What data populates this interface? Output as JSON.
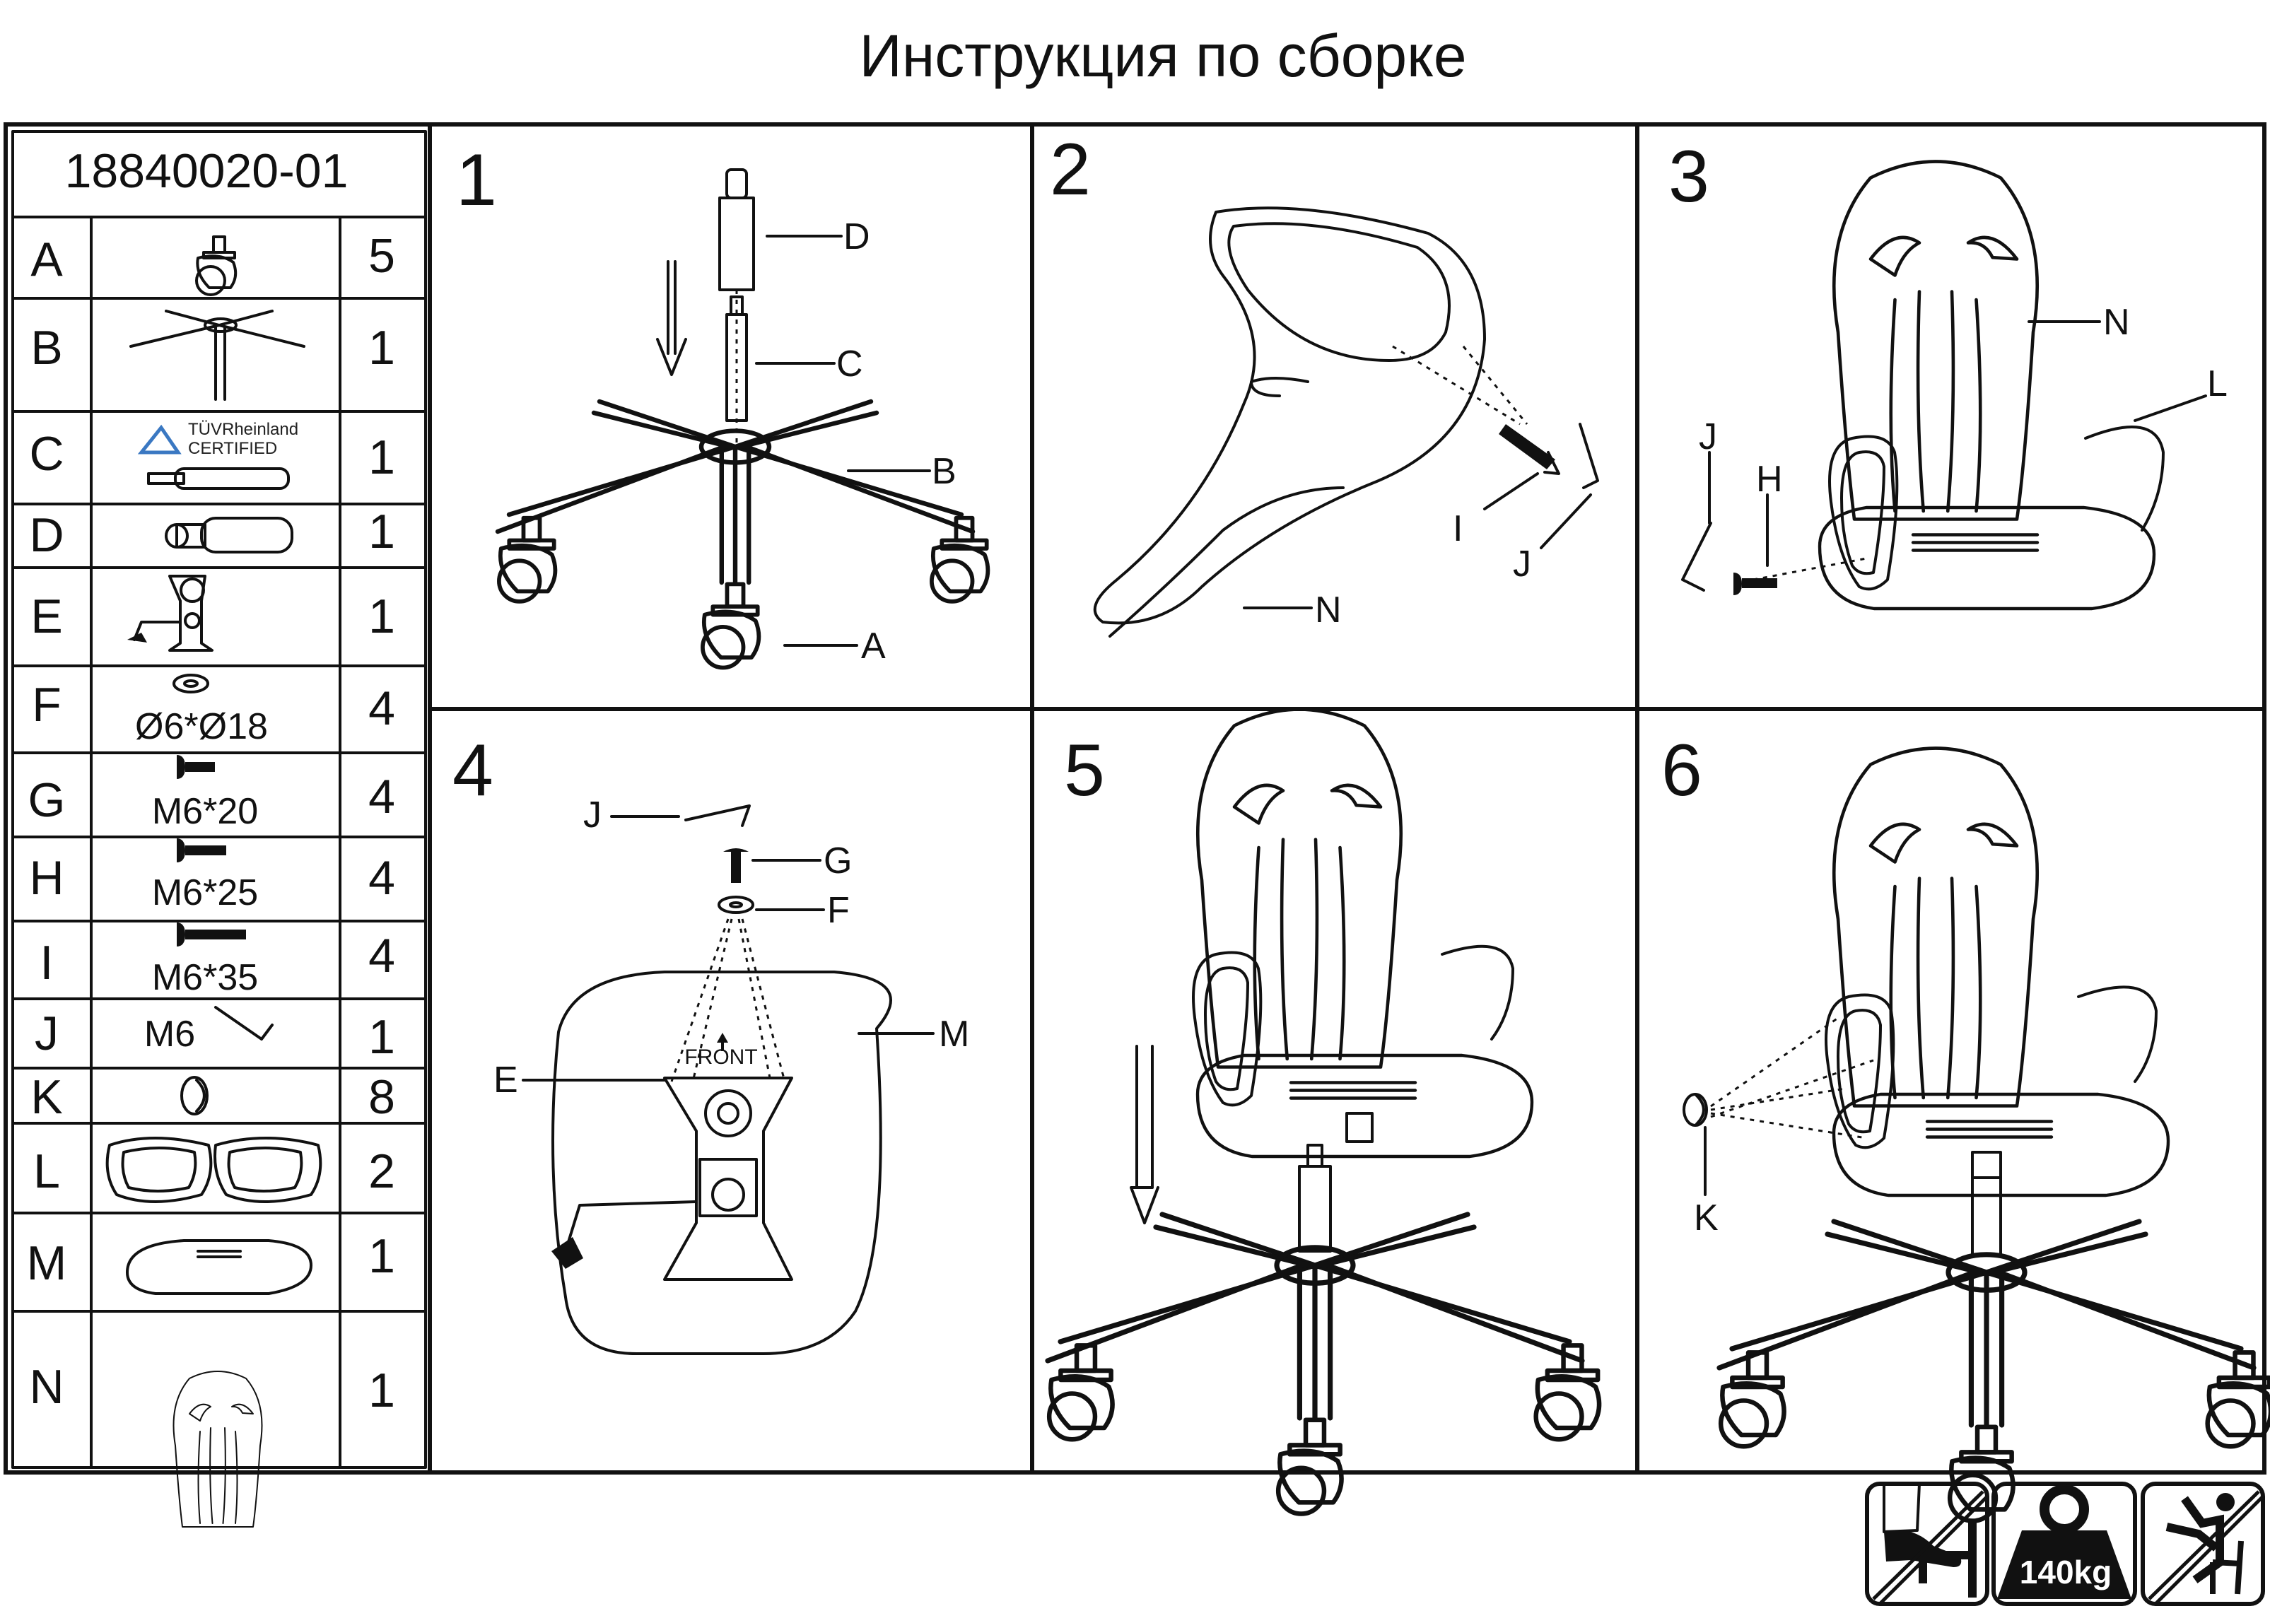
{
  "title": "Инструкция по сборке",
  "model_number": "18840020-01",
  "parts": [
    {
      "id": "A",
      "qty": "5"
    },
    {
      "id": "B",
      "qty": "1"
    },
    {
      "id": "C",
      "qty": "1",
      "logo": "TÜVRheinland CERTIFIED"
    },
    {
      "id": "D",
      "qty": "1"
    },
    {
      "id": "E",
      "qty": "1"
    },
    {
      "id": "F",
      "qty": "4",
      "spec": "Ø6*Ø18"
    },
    {
      "id": "G",
      "qty": "4",
      "spec": "M6*20"
    },
    {
      "id": "H",
      "qty": "4",
      "spec": "M6*25"
    },
    {
      "id": "I",
      "qty": "4",
      "spec": "M6*35"
    },
    {
      "id": "J",
      "qty": "1",
      "spec": "M6"
    },
    {
      "id": "K",
      "qty": "8"
    },
    {
      "id": "L",
      "qty": "2"
    },
    {
      "id": "M",
      "qty": "1"
    },
    {
      "id": "N",
      "qty": "1"
    }
  ],
  "steps": [
    {
      "number": "1",
      "labels": {
        "D": "D",
        "C": "C",
        "B": "B",
        "A": "A"
      }
    },
    {
      "number": "2",
      "labels": {
        "N": "N",
        "I": "I",
        "J": "J"
      }
    },
    {
      "number": "3",
      "labels": {
        "N": "N",
        "L": "L",
        "J": "J",
        "H": "H"
      }
    },
    {
      "number": "4",
      "labels": {
        "J": "J",
        "G": "G",
        "F": "F",
        "M": "M",
        "E": "E",
        "front": "FRONT"
      }
    },
    {
      "number": "5",
      "labels": {}
    },
    {
      "number": "6",
      "labels": {
        "K": "K"
      }
    }
  ],
  "warnings": {
    "no_standing": "no-standing-on-chair",
    "max_load": "140kg",
    "no_leaning_back": "no-tipping-back"
  }
}
